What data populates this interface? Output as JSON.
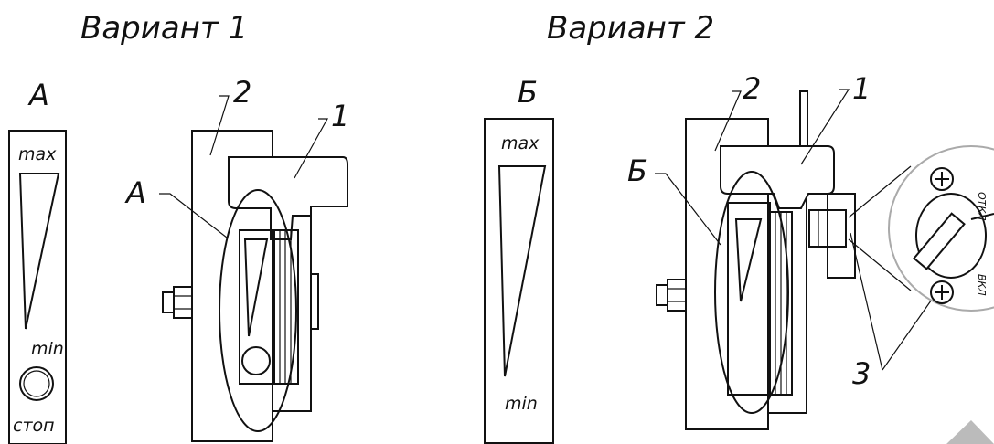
{
  "variant1": {
    "title": "Вариант 1",
    "letter": "А",
    "scale": {
      "max": "max",
      "min": "min",
      "stop": "стоп"
    },
    "callouts": {
      "body": "2",
      "lever": "1",
      "detail": "А"
    }
  },
  "variant2": {
    "title": "Вариант 2",
    "letter": "Б",
    "scale": {
      "max": "max",
      "min": "min"
    },
    "callouts": {
      "body": "2",
      "lever": "1",
      "detail": "Б",
      "screws": "3"
    }
  },
  "switch_detail": {
    "label_top": "ОТКЛ",
    "label_bottom": "ВКЛ"
  }
}
